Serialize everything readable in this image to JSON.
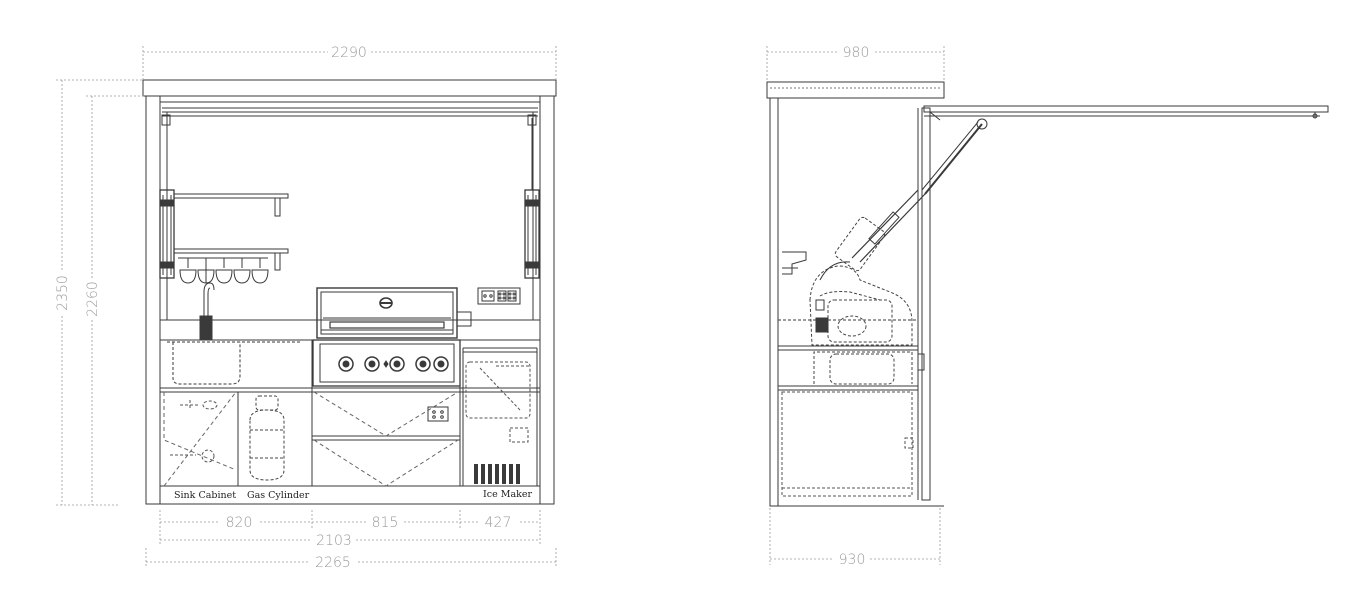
{
  "front_view": {
    "dimensions": {
      "overall_width_top": "2290",
      "overall_height": "2350",
      "cabinet_height": "2260",
      "sink_section": "820",
      "grill_section": "815",
      "ice_maker_section": "427",
      "base_width": "2103",
      "overall_width_bottom": "2265"
    },
    "labels": {
      "sink_cabinet": "Sink Cabinet",
      "gas_cylinder": "Gas Cylinder",
      "ice_maker": "Ice Maker"
    }
  },
  "side_view": {
    "dimensions": {
      "depth_top": "980",
      "depth_bottom": "930"
    }
  },
  "colors": {
    "line": "#3a3a3a",
    "dimension": "#9a9a9a",
    "hidden_line": "#555555"
  }
}
